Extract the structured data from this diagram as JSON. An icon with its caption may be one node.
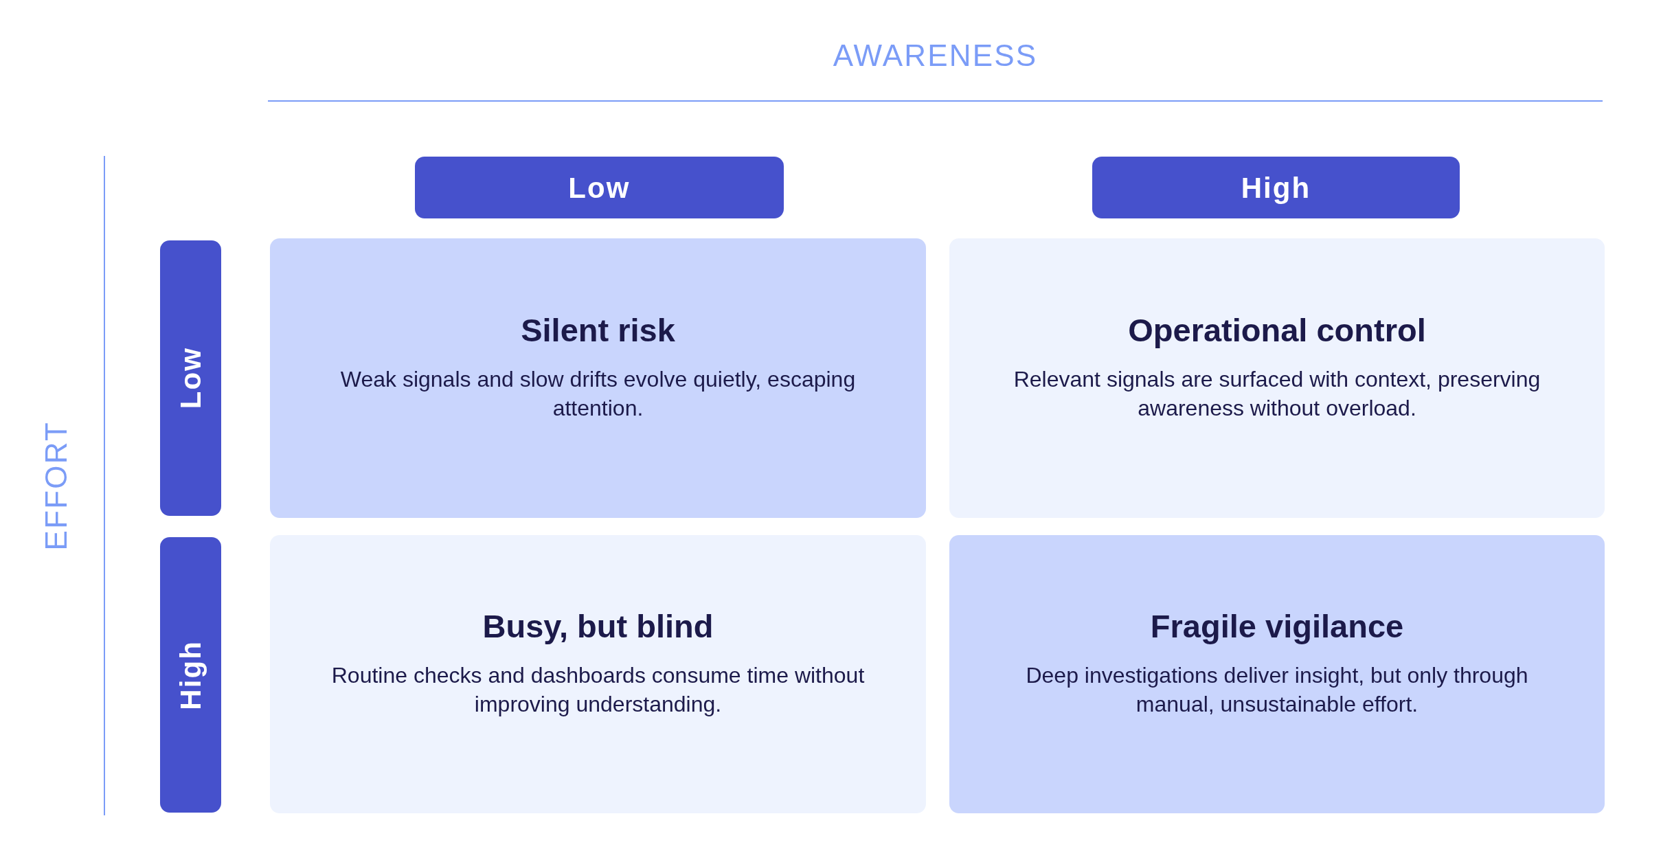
{
  "diagram": {
    "nodes": [
      {
        "text": [
          "Low"
        ]
      },
      {
        "text": [
          "High"
        ]
      },
      {
        "text": [
          "Low"
        ]
      },
      {
        "text": [
          "High"
        ]
      },
      {
        "text": [
          "Silent risk",
          "Weak signals and slow drifts evolve quietly, escaping attention."
        ]
      },
      {
        "text": [
          "Operational control",
          "Relevant signals are surfaced with context, preserving awareness without overload."
        ]
      },
      {
        "text": [
          "Busy, but blind",
          "Routine checks and dashboards consume time without improving understanding."
        ]
      },
      {
        "text": [
          "Fragile vigilance",
          "Deep investigations deliver insight, but only through manual, unsustainable effort."
        ]
      }
    ],
    "labels": [
      "AWARENESS",
      "EFFORT"
    ]
  }
}
